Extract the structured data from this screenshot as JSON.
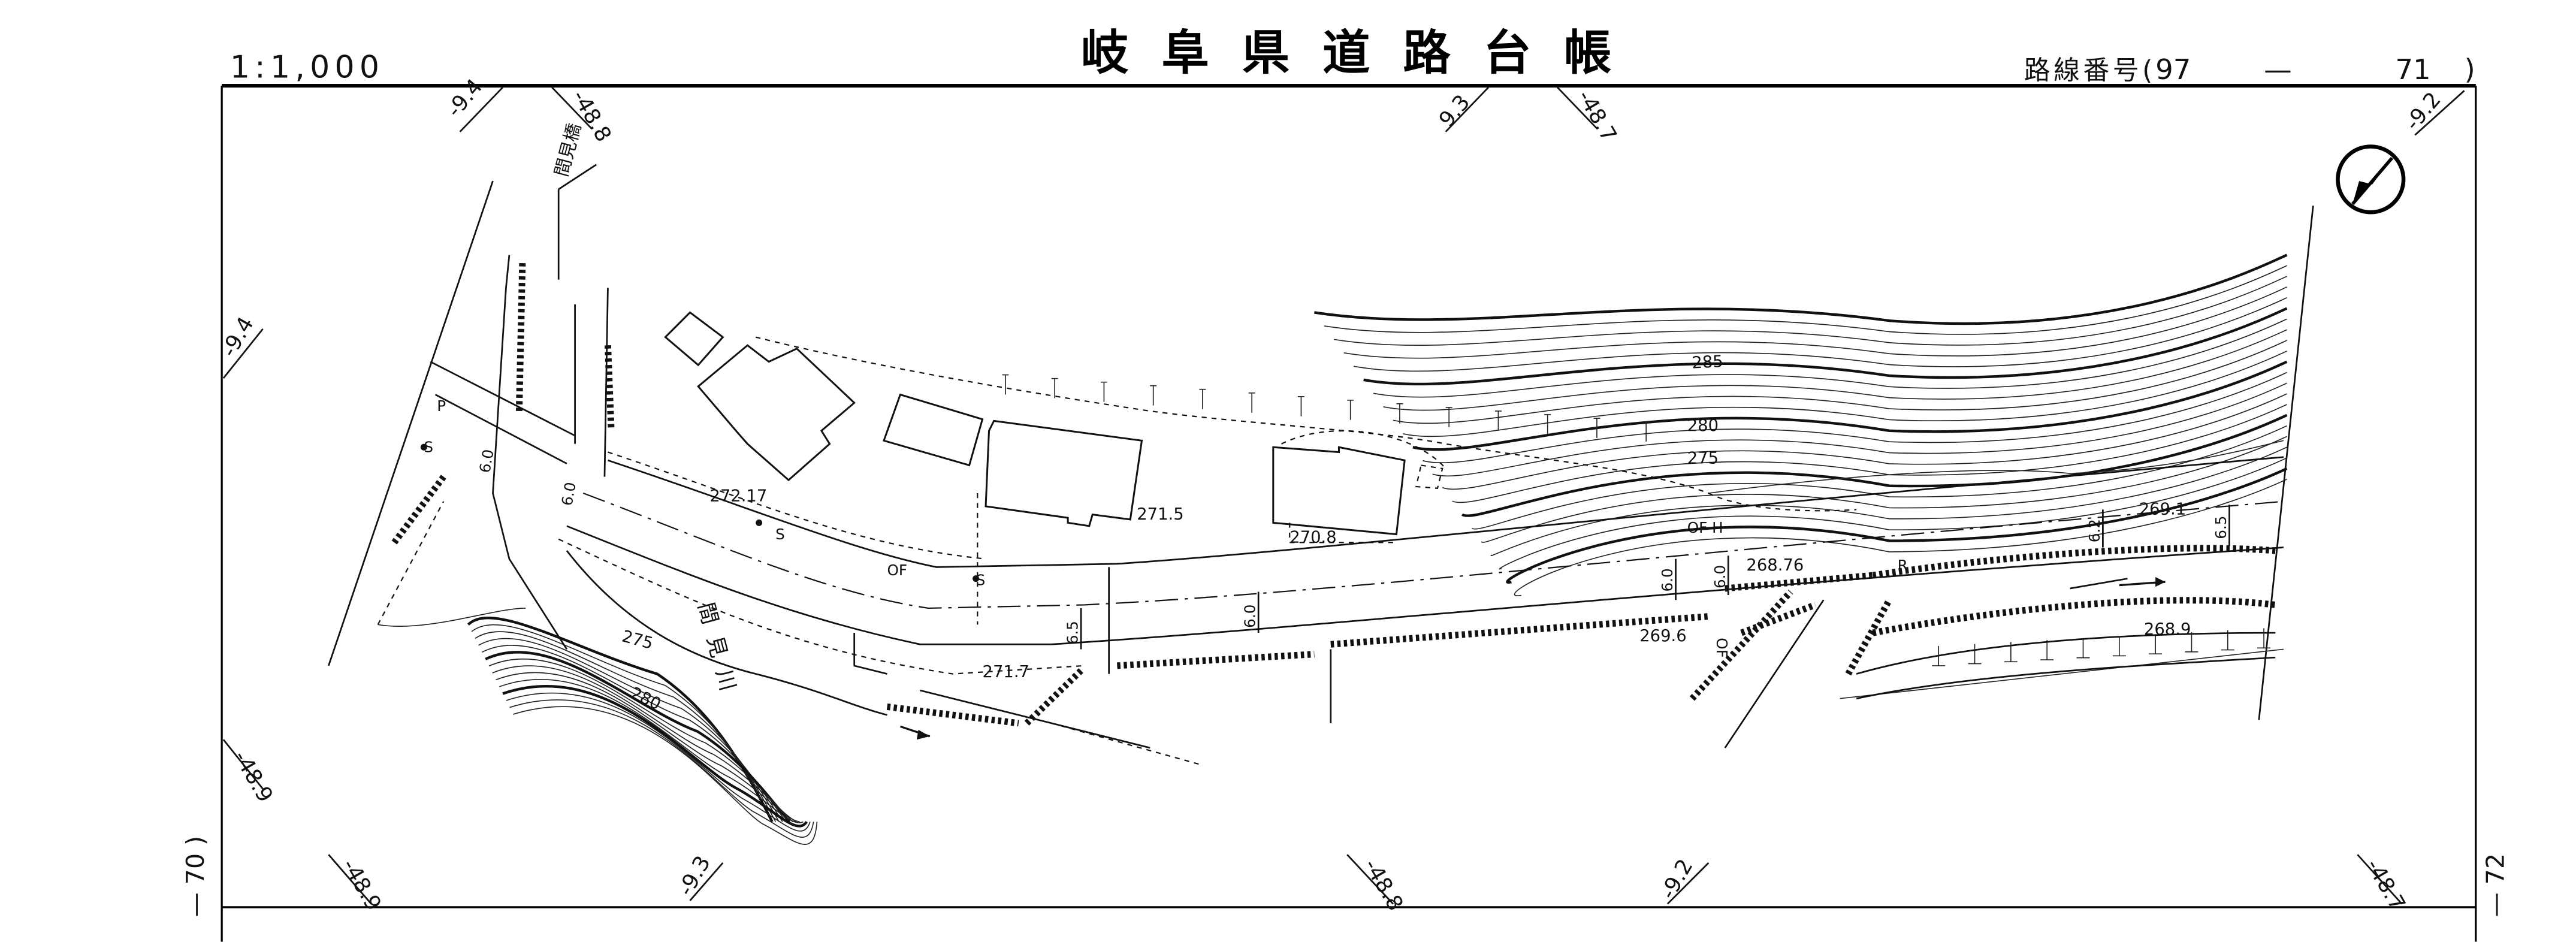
{
  "header": {
    "scale": "1:1,000",
    "title": "岐阜県道路台帳",
    "route_label": "路線番号(",
    "route_major": "97",
    "route_dash": "—",
    "route_minor": "71",
    "route_close": ")"
  },
  "sheet_index": {
    "left": "— 70 )",
    "right": "— 72"
  },
  "grid_labels": {
    "top": [
      "-9.4",
      "-48.8",
      "9.3",
      "-48.7",
      "-9.2"
    ],
    "left": [
      "-9.4",
      "-48.9"
    ],
    "bottom": [
      "-48.9",
      "-9.3",
      "-48.8",
      "-9.2",
      "-48.7"
    ]
  },
  "place_names": {
    "bridge": "間見橋",
    "river": "間見川"
  },
  "contours": [
    "285",
    "280",
    "275",
    "275",
    "280"
  ],
  "elevations": [
    "272.17",
    "271.5",
    "270.8",
    "269.1",
    "268.76",
    "269.6",
    "271.7",
    "268.9"
  ],
  "road_widths": [
    "6.0",
    "6.0",
    "6.5",
    "6.0",
    "6.0",
    "6.0",
    "6.2",
    "6.5"
  ],
  "symbols": {
    "of1": "OF",
    "of2": "OF",
    "ofh": "OF H",
    "s1": "S",
    "s2": "S",
    "s3": "S",
    "p": "P",
    "r": "R"
  }
}
